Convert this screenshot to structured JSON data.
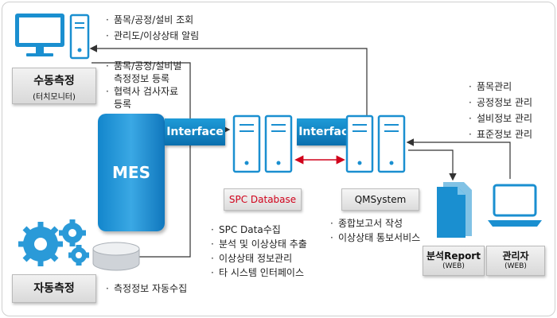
{
  "manual": {
    "title": "수동측정",
    "subtitle": "(터치모니터)",
    "notes_top": [
      "품목/공정/설비 조회",
      "관리도/이상상태 알림"
    ],
    "notes_mid": [
      {
        "lines": [
          "품목/공정/설비별",
          "측정정보 등록"
        ]
      },
      {
        "lines": [
          "협력사 검사자료",
          "등록"
        ]
      }
    ]
  },
  "mes": {
    "label": "MES"
  },
  "interfaces": {
    "left": "Interface",
    "right": "Interface"
  },
  "spc": {
    "label": "SPC Database",
    "notes": [
      "SPC Data수집",
      "분석 및 이상상태 추출",
      "이상상태 정보관리",
      "타 시스템 인터페이스"
    ]
  },
  "qms": {
    "label": "QMSystem",
    "notes": [
      "종합보고서 작성",
      "이상상태 통보서비스"
    ]
  },
  "admin_notes": [
    "품목관리",
    "공정정보 관리",
    "설비정보 관리",
    "표준정보 관리"
  ],
  "report": {
    "title": "분석Report",
    "subtitle": "(WEB)"
  },
  "admin": {
    "title": "관리자",
    "subtitle": "(WEB)"
  },
  "auto": {
    "title": "자동측정",
    "note": "측정정보 자동수집"
  },
  "colors": {
    "accent_blue": "#1a8fd0",
    "arrow_red": "#d0021b",
    "line_dark": "#333333"
  }
}
